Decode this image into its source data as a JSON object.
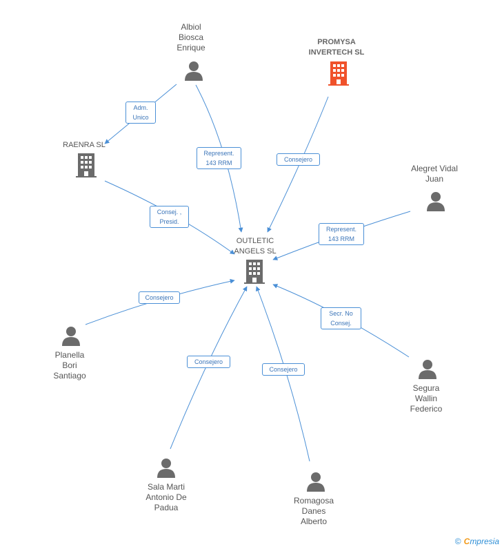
{
  "nodes": {
    "albiol": "Albiol\nBiosca\nEnrique",
    "promysa": "PROMYSA\nINVERTECH SL",
    "raenra": "RAENRA SL",
    "alegret": "Alegret Vidal\nJuan",
    "outletic": "OUTLETIC\nANGELS SL",
    "planella": "Planella\nBori\nSantiago",
    "segura": "Segura\nWallin\nFederico",
    "sala": "Sala Marti\nAntonio De\nPadua",
    "romagosa": "Romagosa\nDanes\nAlberto"
  },
  "edges": {
    "adm_unico": "Adm.\nUnico",
    "represent_albiol": "Represent.\n143 RRM",
    "consejero_promysa": "Consejero",
    "consej_presid": "Consej. ,\nPresid.",
    "represent_alegret": "Represent.\n143 RRM",
    "consejero_planella": "Consejero",
    "secr_no_consej": "Secr.  No\nConsej.",
    "consejero_sala": "Consejero",
    "consejero_romagosa": "Consejero"
  },
  "colors": {
    "edge": "#4a8fd6",
    "person": "#6b6b6b",
    "company": "#6b6b6b",
    "highlight_company": "#f0522b"
  },
  "brand": {
    "copyright": "©",
    "e": "C",
    "rest": "mpresia"
  }
}
